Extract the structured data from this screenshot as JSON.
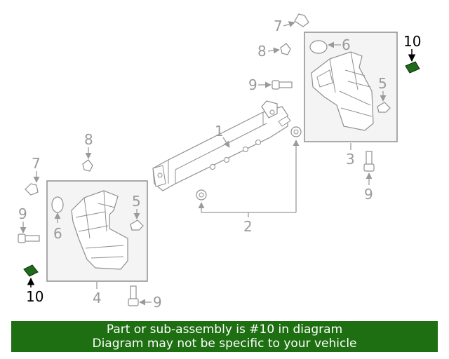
{
  "callouts": {
    "c1": "1",
    "c2": "2",
    "c3": "3",
    "c4": "4",
    "c5_right": "5",
    "c5_left": "5",
    "c6_right": "6",
    "c6_left": "6",
    "c7_top": "7",
    "c7_left": "7",
    "c8_top": "8",
    "c8_left": "8",
    "c9_top": "9",
    "c9_right": "9",
    "c9_left": "9",
    "c9_bottom": "9",
    "c10_right": "10",
    "c10_left": "10"
  },
  "colors": {
    "highlight_part": "#1f6b1a",
    "banner_bg": "#1e6e12",
    "banner_text": "#ffffff",
    "line_gray": "#9a9a9a"
  },
  "banner": {
    "line1": "Part or sub-assembly is #10 in diagram",
    "line2": "Diagram may not be specific to your vehicle"
  }
}
